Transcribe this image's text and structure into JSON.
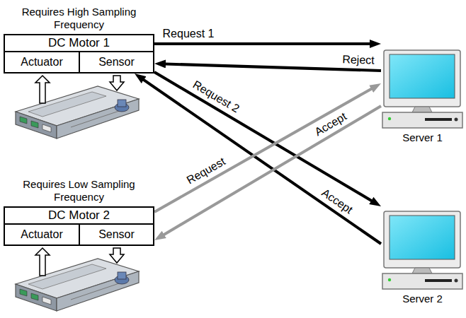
{
  "diagram": {
    "nodes": [
      {
        "text": [
          "Requires High Sampling Frequency",
          "DC Motor 1"
        ]
      },
      {
        "text": [
          "Actuator"
        ],
        "in": 0
      },
      {
        "text": [
          "Sensor"
        ],
        "in": 0
      },
      {
        "text": [
          "Requires Low Sampling Frequency",
          "DC Motor 2"
        ]
      },
      {
        "text": [
          "Actuator"
        ],
        "in": 3
      },
      {
        "text": [
          "Sensor"
        ],
        "in": 3
      },
      {
        "text": [
          "Server 1"
        ]
      },
      {
        "text": [
          "Server 2"
        ]
      }
    ],
    "edges": [
      {
        "from": 0,
        "to": 6,
        "label": "Request 1",
        "arrow": "to"
      },
      {
        "from": 6,
        "to": 0,
        "label": "Reject",
        "arrow": "to"
      },
      {
        "from": 0,
        "to": 7,
        "label": "Request 2",
        "arrow": "to"
      },
      {
        "from": 7,
        "to": 0,
        "label": "Accept",
        "arrow": "to"
      },
      {
        "from": 3,
        "to": 6,
        "label": "Request",
        "arrow": "to"
      },
      {
        "from": 6,
        "to": 3,
        "label": "Accept",
        "arrow": "to"
      }
    ]
  }
}
